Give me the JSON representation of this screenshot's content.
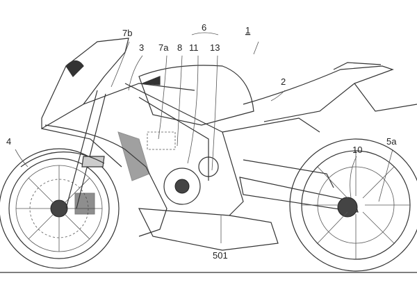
{
  "figure": {
    "labels": {
      "l7b": "7b",
      "l3": "3",
      "l7a": "7a",
      "l8": "8",
      "l11": "11",
      "l13": "13",
      "l6": "6",
      "l1": "1",
      "l2": "2",
      "l4": "4",
      "l10": "10",
      "l5a": "5a",
      "l501": "501"
    }
  }
}
